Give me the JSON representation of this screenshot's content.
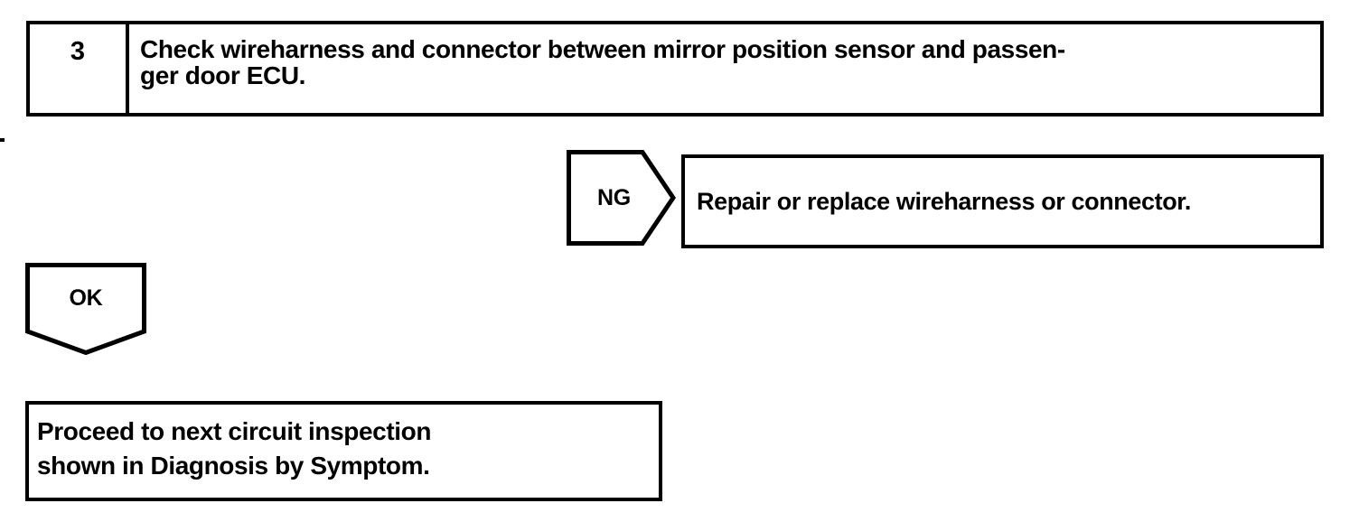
{
  "document": {
    "type": "diagnostic-flowchart",
    "ink_color": "#000000",
    "background_color": "#ffffff"
  },
  "step": {
    "number": "3",
    "instruction": "Check wireharness and connector between mirror position sensor and passen-\nger door ECU."
  },
  "branches": {
    "ng": {
      "label": "NG",
      "shape": "right-pointing-pentagon-arrow",
      "result": "Repair or replace wireharness or connector."
    },
    "ok": {
      "label": "OK",
      "shape": "down-pointing-pentagon-arrow",
      "result": "Proceed to next circuit inspection\nshown in Diagnosis by Symptom."
    }
  }
}
